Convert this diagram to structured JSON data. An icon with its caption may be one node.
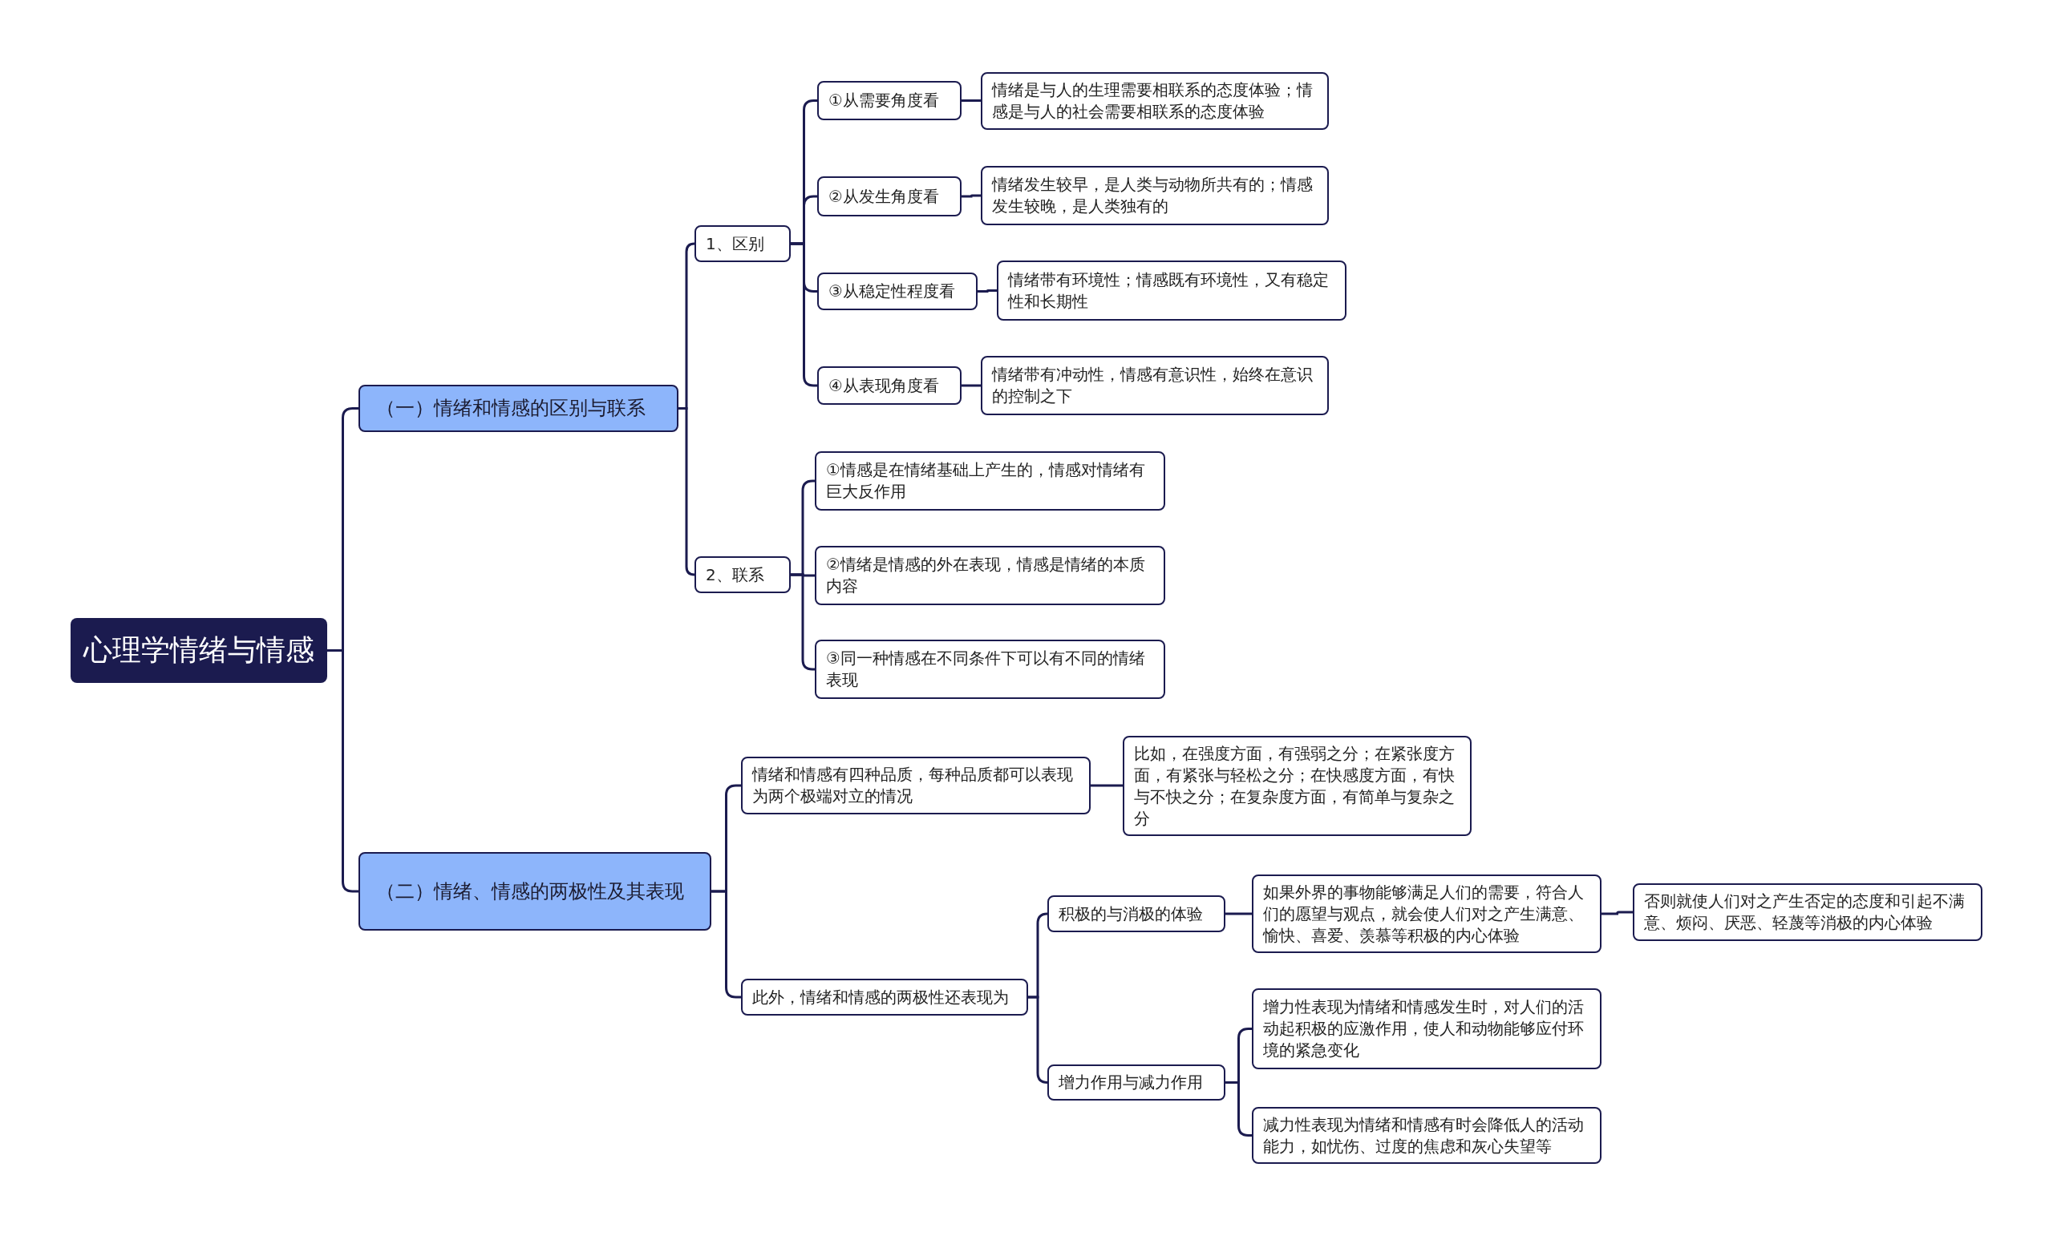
{
  "diagram": {
    "nodes": [
      {
        "text": [
          "心理学情绪与情感"
        ]
      },
      {
        "text": [
          "（一）情绪和情感的区别与联系"
        ]
      },
      {
        "text": [
          "1、区别"
        ]
      },
      {
        "text": [
          "①从需要角度看"
        ]
      },
      {
        "text": [
          "情绪是与人的生理需要相联系的态度体验；情感是与人的社会需要相联系的态度体验"
        ]
      },
      {
        "text": [
          "②从发生角度看"
        ]
      },
      {
        "text": [
          "情绪发生较早，是人类与动物所共有的；情感发生较晚，是人类独有的"
        ]
      },
      {
        "text": [
          "③从稳定性程度看"
        ]
      },
      {
        "text": [
          "情绪带有环境性；情感既有环境性，又有稳定性和长期性"
        ]
      },
      {
        "text": [
          "④从表现角度看"
        ]
      },
      {
        "text": [
          "情绪带有冲动性，情感有意识性，始终在意识的控制之下"
        ]
      },
      {
        "text": [
          "2、联系"
        ]
      },
      {
        "text": [
          "①情感是在情绪基础上产生的，情感对情绪有巨大反作用"
        ]
      },
      {
        "text": [
          "②情绪是情感的外在表现，情感是情绪的本质内容"
        ]
      },
      {
        "text": [
          "③同一种情感在不同条件下可以有不同的情绪表现"
        ]
      },
      {
        "text": [
          "（二）情绪、情感的两极性及其表现"
        ]
      },
      {
        "text": [
          "情绪和情感有四种品质，每种品质都可以表现为两个极端对立的情况"
        ]
      },
      {
        "text": [
          "比如，在强度方面，有强弱之分；在紧张度方面，有紧张与轻松之分；在快感度方面，有快与不快之分；在复杂度方面，有简单与复杂之分"
        ]
      },
      {
        "text": [
          "此外，情绪和情感的两极性还表现为"
        ]
      },
      {
        "text": [
          "积极的与消极的体验"
        ]
      },
      {
        "text": [
          "如果外界的事物能够满足人们的需要，符合人们的愿望与观点，就会使人们对之产生满意、愉快、喜爱、羡慕等积极的内心体验"
        ]
      },
      {
        "text": [
          "否则就使人们对之产生否定的态度和引起不满意、烦闷、厌恶、轻蔑等消极的内心体验"
        ]
      },
      {
        "text": [
          "增力作用与减力作用"
        ]
      },
      {
        "text": [
          "增力性表现为情绪和情感发生时，对人们的活动起积极的应激作用，使人和动物能够应付环境的紧急变化"
        ]
      },
      {
        "text": [
          "减力性表现为情绪和情感有时会降低人的活动能力，如忧伤、过度的焦虑和灰心失望等"
        ]
      }
    ],
    "edges": [
      {
        "from": 0,
        "to": 1,
        "arrow": "none"
      },
      {
        "from": 1,
        "to": 2,
        "arrow": "none"
      },
      {
        "from": 2,
        "to": 3,
        "arrow": "none"
      },
      {
        "from": 3,
        "to": 4,
        "arrow": "none"
      },
      {
        "from": 2,
        "to": 5,
        "arrow": "none"
      },
      {
        "from": 5,
        "to": 6,
        "arrow": "none"
      },
      {
        "from": 2,
        "to": 7,
        "arrow": "none"
      },
      {
        "from": 7,
        "to": 8,
        "arrow": "none"
      },
      {
        "from": 2,
        "to": 9,
        "arrow": "none"
      },
      {
        "from": 9,
        "to": 10,
        "arrow": "none"
      },
      {
        "from": 1,
        "to": 11,
        "arrow": "none"
      },
      {
        "from": 11,
        "to": 12,
        "arrow": "none"
      },
      {
        "from": 11,
        "to": 13,
        "arrow": "none"
      },
      {
        "from": 11,
        "to": 14,
        "arrow": "none"
      },
      {
        "from": 0,
        "to": 15,
        "arrow": "none"
      },
      {
        "from": 15,
        "to": 16,
        "arrow": "none"
      },
      {
        "from": 16,
        "to": 17,
        "arrow": "none"
      },
      {
        "from": 15,
        "to": 18,
        "arrow": "none"
      },
      {
        "from": 18,
        "to": 19,
        "arrow": "none"
      },
      {
        "from": 19,
        "to": 20,
        "arrow": "none"
      },
      {
        "from": 20,
        "to": 21,
        "arrow": "none"
      },
      {
        "from": 18,
        "to": 22,
        "arrow": "none"
      },
      {
        "from": 22,
        "to": 23,
        "arrow": "none"
      },
      {
        "from": 22,
        "to": 24,
        "arrow": "none"
      }
    ]
  }
}
